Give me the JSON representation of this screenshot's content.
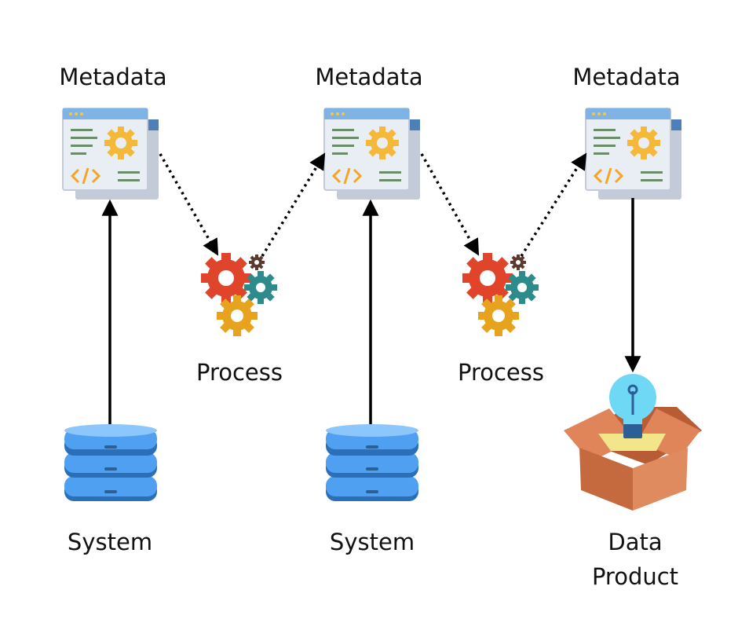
{
  "labels": {
    "metadata_1": "Metadata",
    "metadata_2": "Metadata",
    "metadata_3": "Metadata",
    "process_1": "Process",
    "process_2": "Process",
    "system_1": "System",
    "system_2": "System",
    "data_product_line1": "Data",
    "data_product_line2": "Product"
  },
  "icons": {
    "metadata": "metadata-window-icon",
    "process": "gears-icon",
    "system": "database-icon",
    "product": "lightbulb-box-icon"
  },
  "colors": {
    "window_frame": "#cfd6e0",
    "window_header": "#5b8ec8",
    "gear_yellow": "#f5b93a",
    "code_orange": "#f4a623",
    "gear_red": "#e0442b",
    "gear_teal": "#2e8b8b",
    "gear_gold": "#e8a31e",
    "gear_dark": "#5a3a2e",
    "database_blue": "#4fa0f0",
    "database_dark": "#2b6fb8",
    "bulb": "#6fd8f5",
    "box": "#d97a4f"
  }
}
